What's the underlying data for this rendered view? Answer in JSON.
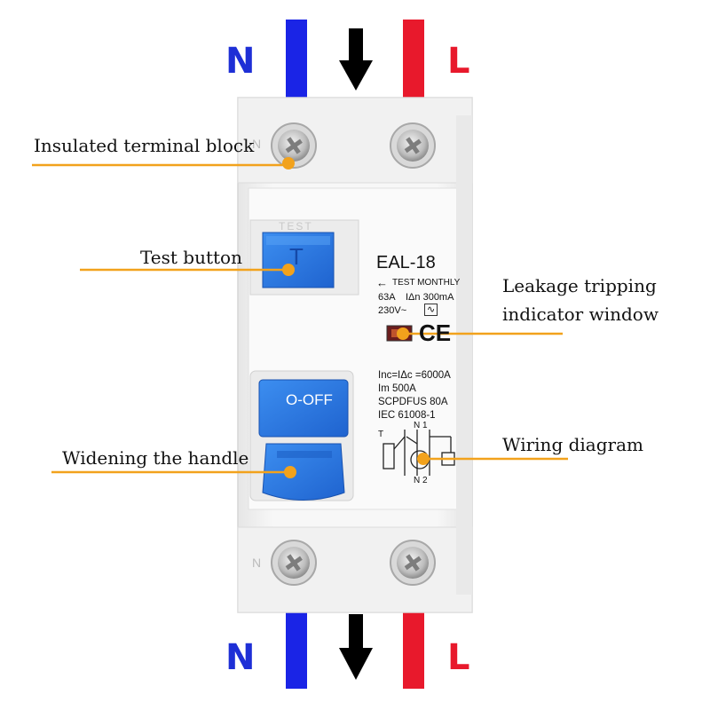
{
  "wires": {
    "top": {
      "neutral_label": "N",
      "live_label": "L"
    },
    "bottom": {
      "neutral_label": "N",
      "live_label": "L"
    },
    "colors": {
      "neutral": "#1a24e6",
      "live": "#e8192c",
      "neutral_label": "#1e2fd6",
      "live_label": "#e8192c"
    }
  },
  "device": {
    "terminal_mark_top": "N",
    "terminal_mark_bottom": "N",
    "test_label": "TEST",
    "test_glyph": "T",
    "model": "EAL-18",
    "test_monthly": "TEST MONTHLY",
    "current_rating": "63A",
    "leak_rating": "IΔn 300mA",
    "voltage": "230V~",
    "ce_mark": "CE",
    "handle_label": "O-OFF",
    "specs": [
      "Inc=IΔc =6000A",
      "Im 500A",
      "SCPDFUS 80A",
      "IEC 61008-1"
    ],
    "diagram_top": "N 1",
    "diagram_bottom": "N 2",
    "diagram_t": "T",
    "colors": {
      "body": "#f4f4f4",
      "blue": "#2f7fe6",
      "dark_blue": "#1d5fc4",
      "accent": "#f2a21c"
    }
  },
  "callouts": [
    {
      "id": "terminal",
      "text": "Insulated terminal block"
    },
    {
      "id": "test",
      "text": "Test button"
    },
    {
      "id": "leak1",
      "text": "Leakage tripping"
    },
    {
      "id": "leak2",
      "text": "indicator window"
    },
    {
      "id": "handle",
      "text": "Widening the handle"
    },
    {
      "id": "wiring",
      "text": "Wiring diagram"
    }
  ]
}
